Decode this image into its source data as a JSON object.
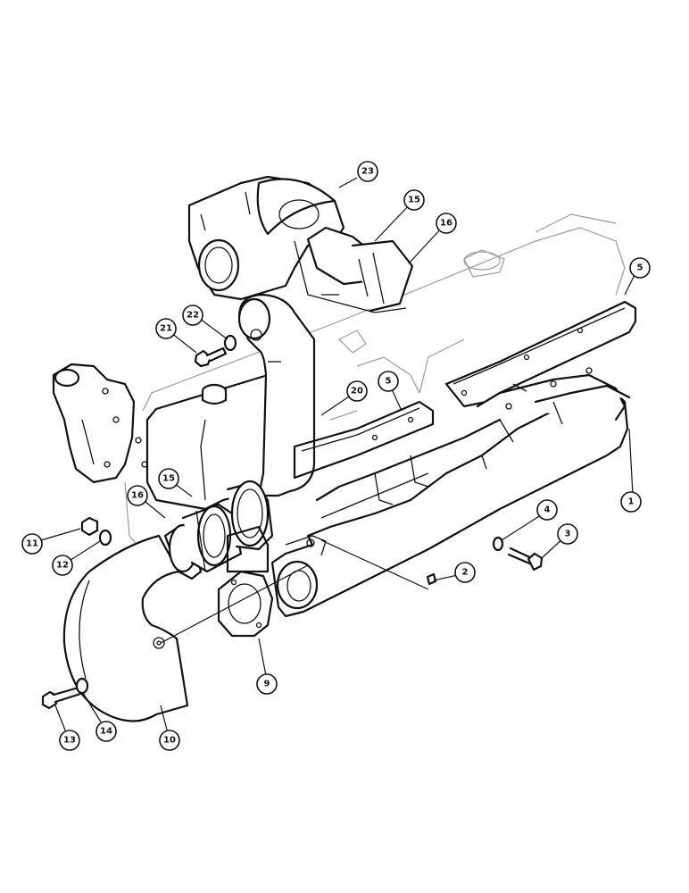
{
  "diagram": {
    "callouts": [
      {
        "id": "c1",
        "label": "1"
      },
      {
        "id": "c2",
        "label": "2"
      },
      {
        "id": "c3",
        "label": "3"
      },
      {
        "id": "c4",
        "label": "4"
      },
      {
        "id": "c5a",
        "label": "5"
      },
      {
        "id": "c5b",
        "label": "5"
      },
      {
        "id": "c9",
        "label": "9"
      },
      {
        "id": "c10",
        "label": "10"
      },
      {
        "id": "c11",
        "label": "11"
      },
      {
        "id": "c12",
        "label": "12"
      },
      {
        "id": "c13",
        "label": "13"
      },
      {
        "id": "c14",
        "label": "14"
      },
      {
        "id": "c15a",
        "label": "15"
      },
      {
        "id": "c15b",
        "label": "15"
      },
      {
        "id": "c16a",
        "label": "16"
      },
      {
        "id": "c16b",
        "label": "16"
      },
      {
        "id": "c20",
        "label": "20"
      },
      {
        "id": "c21",
        "label": "21"
      },
      {
        "id": "c22",
        "label": "22"
      },
      {
        "id": "c23",
        "label": "23"
      }
    ]
  }
}
